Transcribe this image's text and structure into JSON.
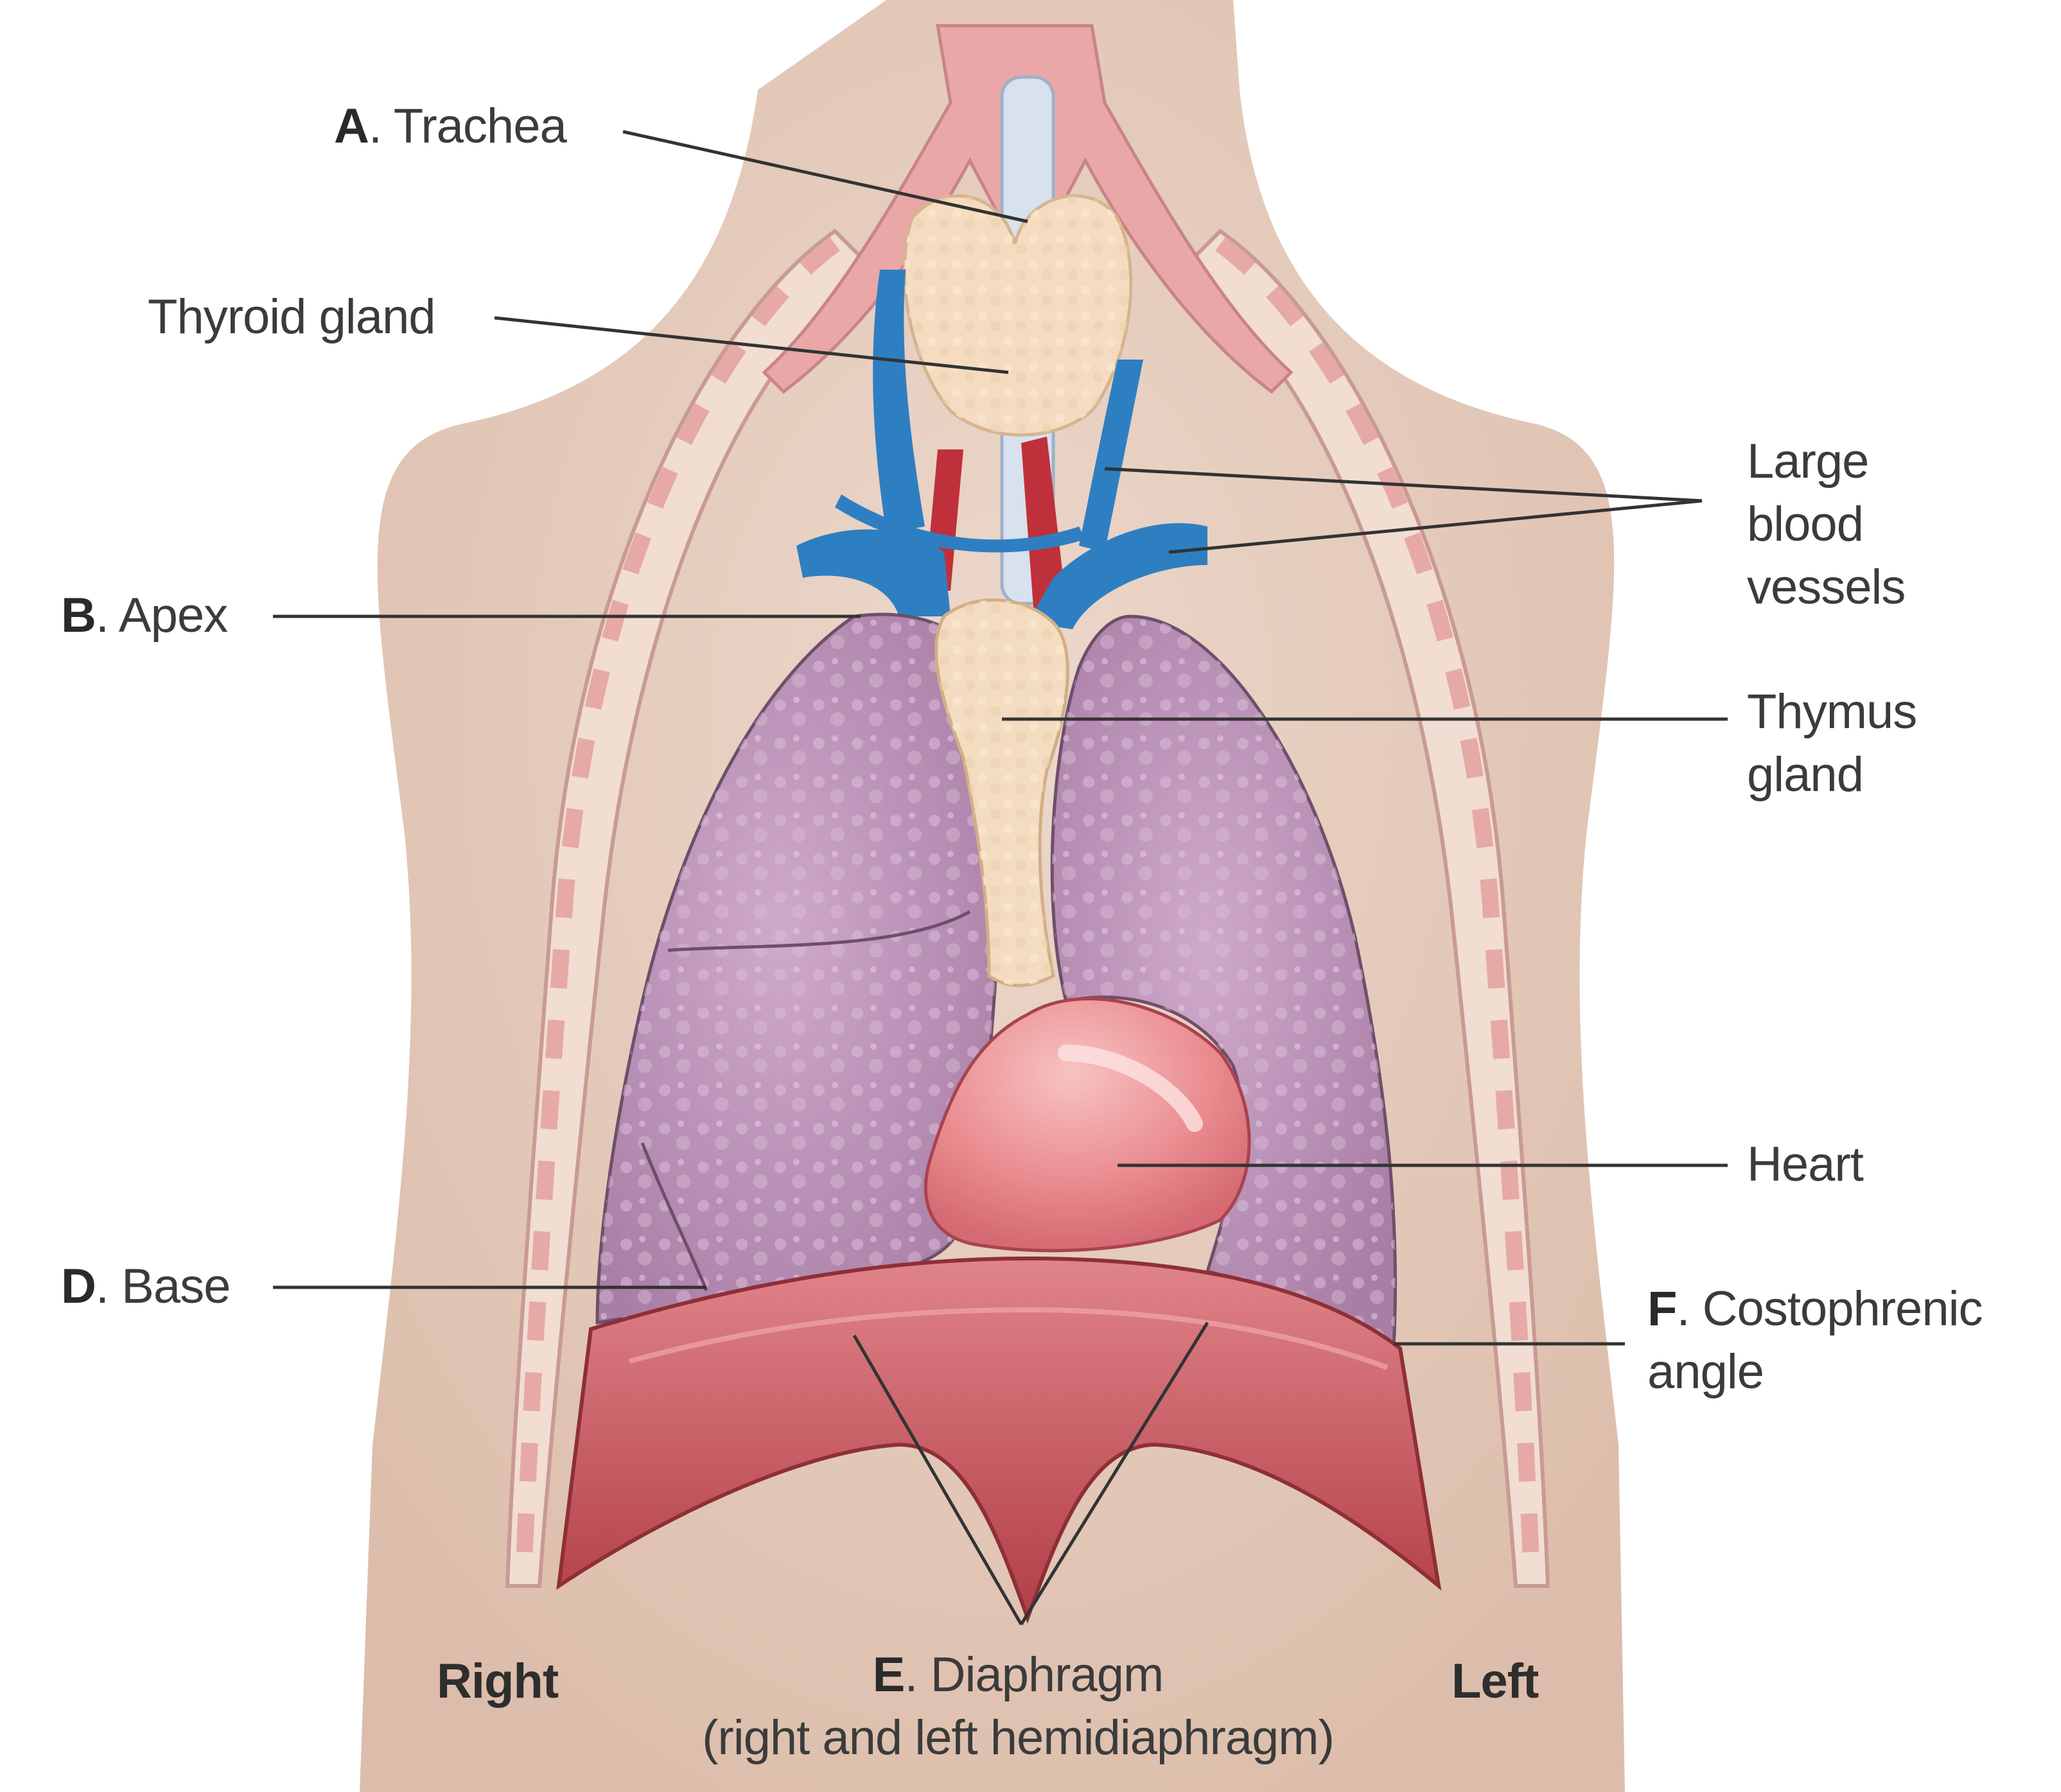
{
  "labels": {
    "trachea": {
      "letter": "A",
      "text": ". Trachea"
    },
    "thyroid": {
      "text": "Thyroid gland"
    },
    "apex": {
      "letter": "B",
      "text": ". Apex"
    },
    "base": {
      "letter": "D",
      "text": ". Base"
    },
    "vessels": {
      "lines": [
        "Large",
        "blood",
        "vessels"
      ]
    },
    "thymus": {
      "lines": [
        "Thymus",
        "gland"
      ]
    },
    "heart": {
      "text": "Heart"
    },
    "costophrenic": {
      "letter": "F",
      "text": ". Costophrenic",
      "line2": "angle"
    },
    "diaphragm": {
      "letter": "E",
      "text": ". Diaphragm",
      "line2": "(right and left hemidiaphragm)"
    },
    "right": {
      "text": "Right"
    },
    "left": {
      "text": "Left"
    }
  },
  "colors": {
    "background": "#ffffff",
    "skin": "#e9d3c5",
    "lung": "#b98fb4",
    "heart": "#e98a8f",
    "diaphragm": "#c9565a",
    "vein": "#2e7fc2",
    "artery": "#c0303a",
    "thymus": "#f3dcc0",
    "leader": "#333333"
  }
}
